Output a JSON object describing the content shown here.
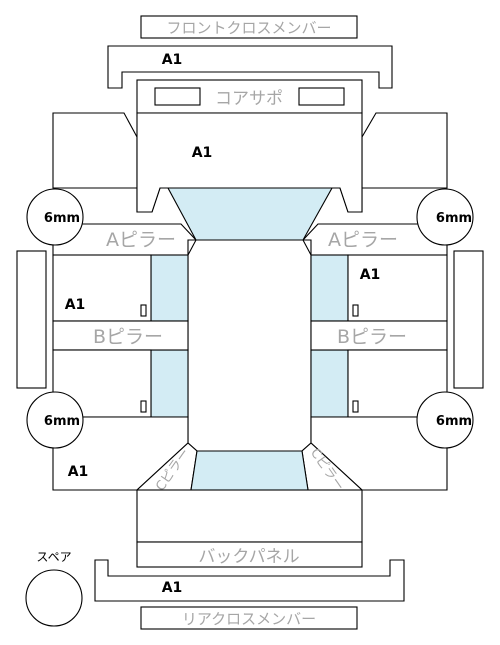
{
  "labels": {
    "front_cross_member": "フロントクロスメンバー",
    "core_support": "コアサポ",
    "a_pillar_left": "Aピラー",
    "a_pillar_right": "Aピラー",
    "b_pillar_left": "Bピラー",
    "b_pillar_right": "Bピラー",
    "back_panel": "バックパネル",
    "rear_cross_member": "リアクロスメンバー",
    "spare": "スペア",
    "c_pillar_left": "Cピラー",
    "c_pillar_right": "Cピラー"
  },
  "grades": {
    "front_cross_member": "A1",
    "hood": "A1",
    "front_right_door": "A1",
    "rear_left_door": "A1",
    "rear_left_quarter": "A1",
    "rear_cross_member": "A1"
  },
  "wheels": {
    "front_left": "6mm",
    "front_right": "6mm",
    "rear_left": "6mm",
    "rear_right": "6mm"
  },
  "colors": {
    "outline": "#000000",
    "glass": "#d3ecf4",
    "label_grey": "#a6a6a6"
  }
}
